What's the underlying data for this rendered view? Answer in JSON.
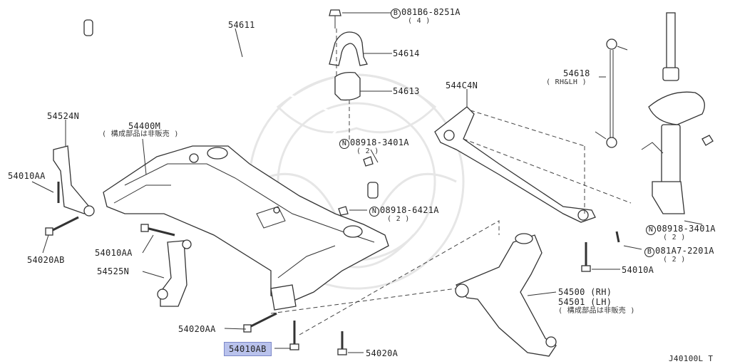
{
  "diagram_id": "J40100L T",
  "parts": [
    {
      "name": "part-54611",
      "label": "54611"
    },
    {
      "name": "part-081b6",
      "circle": "B",
      "label": "081B6-8251A",
      "qty": "( 4 )"
    },
    {
      "name": "part-54614",
      "label": "54614"
    },
    {
      "name": "part-54613",
      "label": "54613"
    },
    {
      "name": "part-54524n",
      "label": "54524N"
    },
    {
      "name": "part-54400m",
      "label": "54400M",
      "note": "( 構成部品は非販売 )"
    },
    {
      "name": "part-08918-3401a-mid",
      "circle": "N",
      "label": "08918-3401A",
      "qty": "( 2 )"
    },
    {
      "name": "part-544c4n",
      "label": "544C4N"
    },
    {
      "name": "part-54618",
      "label": "54618",
      "note": "( RH&LH )"
    },
    {
      "name": "part-54010aa-left",
      "label": "54010AA"
    },
    {
      "name": "part-08918-6421a",
      "circle": "N",
      "label": "08918-6421A",
      "qty": "( 2 )"
    },
    {
      "name": "part-54020ab",
      "label": "54020AB"
    },
    {
      "name": "part-54010aa-mid",
      "label": "54010AA"
    },
    {
      "name": "part-54525n",
      "label": "54525N"
    },
    {
      "name": "part-08918-3401a-right",
      "circle": "N",
      "label": "08918-3401A",
      "qty": "( 2 )"
    },
    {
      "name": "part-081a7",
      "circle": "B",
      "label": "081A7-2201A",
      "qty": "( 2 )"
    },
    {
      "name": "part-54010a",
      "label": "54010A"
    },
    {
      "name": "part-54500",
      "label": "54500 (RH)",
      "label2": "54501 (LH)",
      "note": "( 構成部品は非販売 )"
    },
    {
      "name": "part-54020aa",
      "label": "54020AA"
    },
    {
      "name": "part-54010ab",
      "label": "54010AB",
      "highlighted": true
    },
    {
      "name": "part-54020a",
      "label": "54020A"
    }
  ]
}
